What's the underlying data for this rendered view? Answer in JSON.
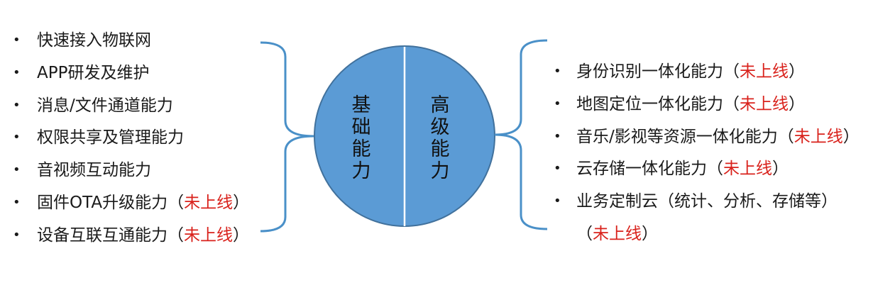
{
  "center": {
    "left_label": "基础能力",
    "right_label": "高级能力",
    "circle_color": "#5b9bd5",
    "bracket_color": "#4a90c8"
  },
  "left_list": {
    "bullet": "•",
    "items": [
      {
        "text": "快速接入物联网",
        "suffix_open": "",
        "status": "",
        "suffix_close": ""
      },
      {
        "text": "APP研发及维护",
        "suffix_open": "",
        "status": "",
        "suffix_close": ""
      },
      {
        "text": "消息/文件通道能力",
        "suffix_open": "",
        "status": "",
        "suffix_close": ""
      },
      {
        "text": "权限共享及管理能力",
        "suffix_open": "",
        "status": "",
        "suffix_close": ""
      },
      {
        "text": "音视频互动能力",
        "suffix_open": "",
        "status": "",
        "suffix_close": ""
      },
      {
        "text": "固件OTA升级能力",
        "suffix_open": "（",
        "status": "未上线",
        "suffix_close": "）"
      },
      {
        "text": "设备互联互通能力",
        "suffix_open": "（",
        "status": "未上线",
        "suffix_close": "）"
      }
    ]
  },
  "right_list": {
    "bullet": "•",
    "items": [
      {
        "text": "身份识别一体化能力",
        "suffix_open": "（",
        "status": "未上线",
        "suffix_close": "）"
      },
      {
        "text": "地图定位一体化能力",
        "suffix_open": "（",
        "status": "未上线",
        "suffix_close": "）"
      },
      {
        "text": "音乐/影视等资源一体化能力",
        "suffix_open": "（",
        "status": "未上线",
        "suffix_close": "）"
      },
      {
        "text": "云存储一体化能力",
        "suffix_open": "（",
        "status": "未上线",
        "suffix_close": "）"
      },
      {
        "text": "业务定制云（统计、分析、存储等）",
        "suffix_open": "",
        "status": "",
        "suffix_close": ""
      }
    ],
    "continuation": {
      "open": "（",
      "status": "未上线",
      "close": "）"
    }
  }
}
